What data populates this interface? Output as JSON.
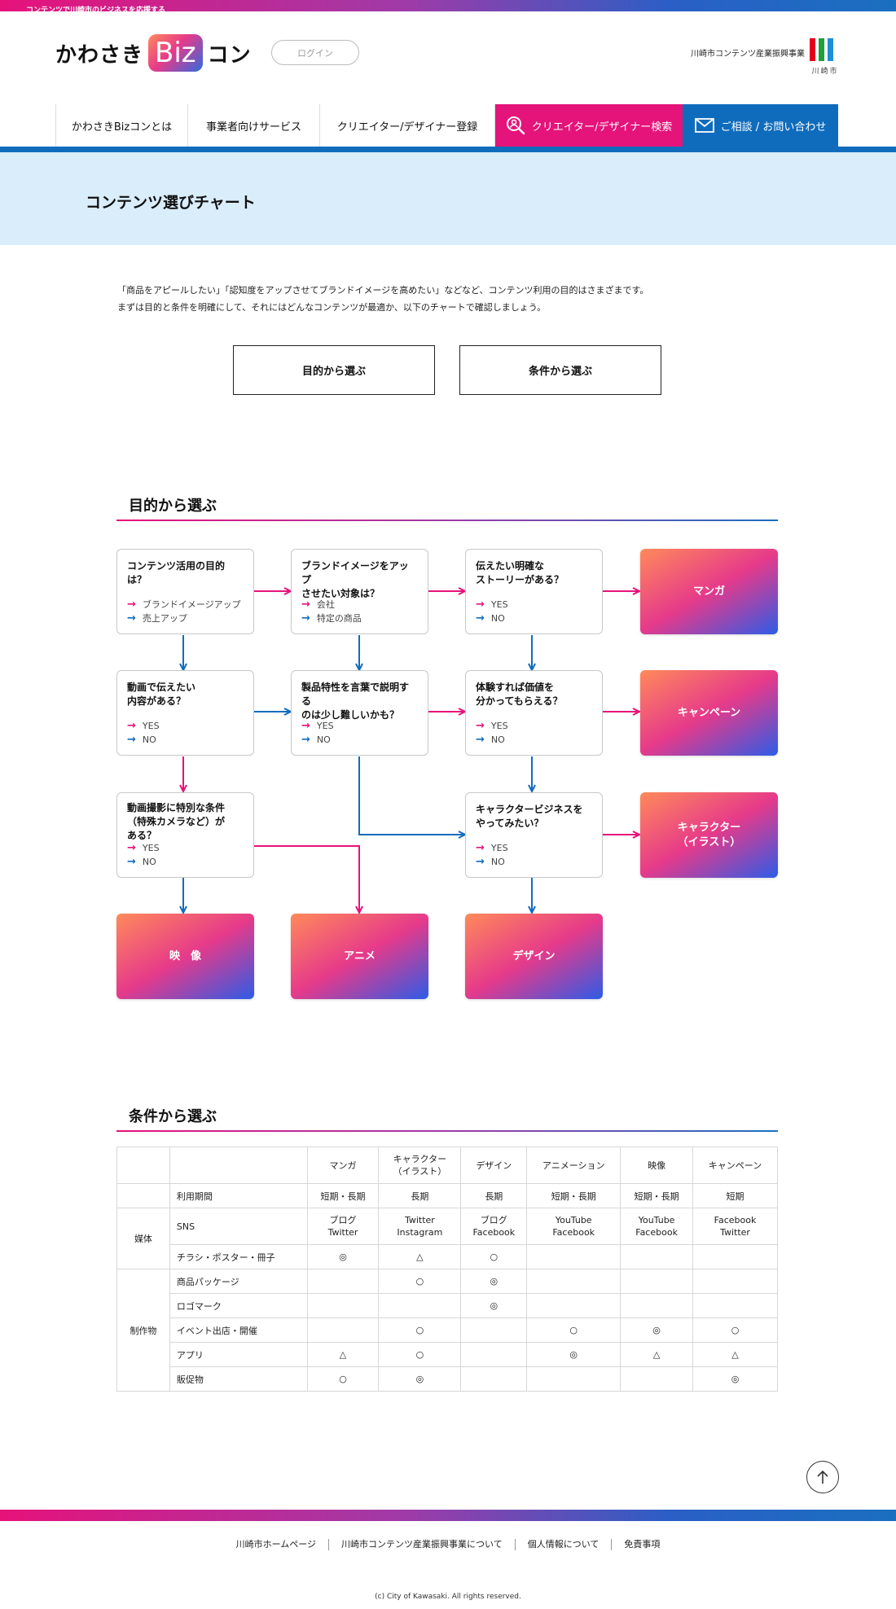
{
  "topbar": {
    "text": "コンテンツで川崎市のビジネスを応援する"
  },
  "header": {
    "logo_left": "かわさき",
    "logo_biz": "Biz",
    "logo_right": "コン",
    "login": "ログイン",
    "org": "川崎市コンテンツ産業振興事業",
    "city_name": "川崎市"
  },
  "nav": {
    "items": [
      "かわさきBizコンとは",
      "事業者向けサービス",
      "クリエイター/デザイナー登録"
    ],
    "search": "クリエイター/デザイナー検索",
    "contact": "ご相談 / お問い合わせ"
  },
  "hero": {
    "title": "コンテンツ選びチャート"
  },
  "intro": {
    "line1": "「商品をアピールしたい」「認知度をアップさせてブランドイメージを高めたい」などなど、コンテンツ利用の目的はさまざまです。",
    "line2": "まずは目的と条件を明確にして、それにはどんなコンテンツが最適か、以下のチャートで確認しましょう。"
  },
  "buttons": {
    "purpose": "目的から選ぶ",
    "condition": "条件から選ぶ"
  },
  "sections": {
    "purpose": "目的から選ぶ",
    "condition": "条件から選ぶ"
  },
  "flow": {
    "q1": {
      "text": "コンテンツ活用の目的は？",
      "a": "ブランドイメージアップ",
      "b": "売上アップ"
    },
    "q2": {
      "text": "ブランドイメージをアップ\nさせたい対象は？",
      "a": "会社",
      "b": "特定の商品"
    },
    "q3": {
      "text": "伝えたい明確な\nストーリーがある？",
      "a": "YES",
      "b": "NO"
    },
    "q4": {
      "text": "動画で伝えたい\n内容がある？",
      "a": "YES",
      "b": "NO"
    },
    "q5": {
      "text": "製品特性を言葉で説明する\nのは少し難しいかも？",
      "a": "YES",
      "b": "NO"
    },
    "q6": {
      "text": "体験すれば価値を\n分かってもらえる？",
      "a": "YES",
      "b": "NO"
    },
    "q7": {
      "text": "動画撮影に特別な条件\n（特殊カメラなど）が\nある？",
      "a": "YES",
      "b": "NO"
    },
    "q8": {
      "text": "キャラクタービジネスを\nやってみたい？",
      "a": "YES",
      "b": "NO"
    },
    "r_manga": "マンガ",
    "r_campaign": "キャンペーン",
    "r_character": "キャラクター\n（イラスト）",
    "r_video": "映　像",
    "r_anime": "アニメ",
    "r_design": "デザイン"
  },
  "colors": {
    "pink": "#e6127a",
    "blue": "#0f6cbd",
    "hero_bg": "#d9edfb"
  },
  "table": {
    "headers": [
      "マンガ",
      "キャラクター\n（イラスト）",
      "デザイン",
      "アニメーション",
      "映像",
      "キャンペーン"
    ],
    "period_label": "利用期間",
    "period": [
      "短期・長期",
      "長期",
      "長期",
      "短期・長期",
      "短期・長期",
      "短期"
    ],
    "group_media": "媒体",
    "group_product": "制作物",
    "rows": [
      {
        "label": "SNS",
        "cells": [
          "ブログ\nTwitter",
          "Twitter\nInstagram",
          "ブログ\nFacebook",
          "YouTube\nFacebook",
          "YouTube\nFacebook",
          "Facebook\nTwitter"
        ]
      },
      {
        "label": "チラシ・ポスター・冊子",
        "cells": [
          "◎",
          "△",
          "○",
          "",
          "",
          ""
        ]
      },
      {
        "label": "商品パッケージ",
        "cells": [
          "",
          "○",
          "◎",
          "",
          "",
          ""
        ]
      },
      {
        "label": "ロゴマーク",
        "cells": [
          "",
          "",
          "◎",
          "",
          "",
          ""
        ]
      },
      {
        "label": "イベント出店・開催",
        "cells": [
          "",
          "○",
          "",
          "○",
          "◎",
          "○"
        ]
      },
      {
        "label": "アプリ",
        "cells": [
          "△",
          "○",
          "",
          "◎",
          "△",
          "△"
        ]
      },
      {
        "label": "販促物",
        "cells": [
          "○",
          "◎",
          "",
          "",
          "",
          "◎"
        ]
      }
    ]
  },
  "footer": {
    "links": [
      "川崎市ホームページ",
      "川崎市コンテンツ産業振興事業について",
      "個人情報について",
      "免責事項"
    ],
    "copyright": "(c) City of Kawasaki. All rights reserved."
  }
}
